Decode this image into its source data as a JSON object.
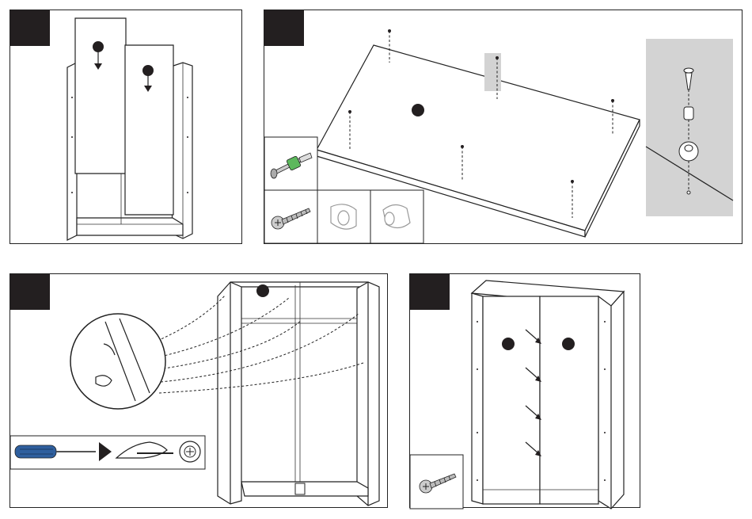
{
  "steps": [
    {
      "id": "panel-doors-insert",
      "icons": [
        "arrow-down-icon"
      ]
    },
    {
      "id": "panel-top-fittings",
      "icons": [
        "cam-bolt-icon",
        "screw-icon",
        "cam-housing-icon",
        "dowel-sleeve-icon"
      ]
    },
    {
      "id": "panel-tighten-cams",
      "icons": [
        "screwdriver-icon",
        "hand-screwdriver-icon",
        "rotate-lock-icon"
      ]
    },
    {
      "id": "panel-back-panels",
      "icons": [
        "screw-icon"
      ]
    }
  ],
  "colors": {
    "step_tab": "#231f20",
    "highlight": "#d3d3d3",
    "screwdriver_handle": "#2f5f9e",
    "bolt_sleeve": "#5cb85c"
  }
}
